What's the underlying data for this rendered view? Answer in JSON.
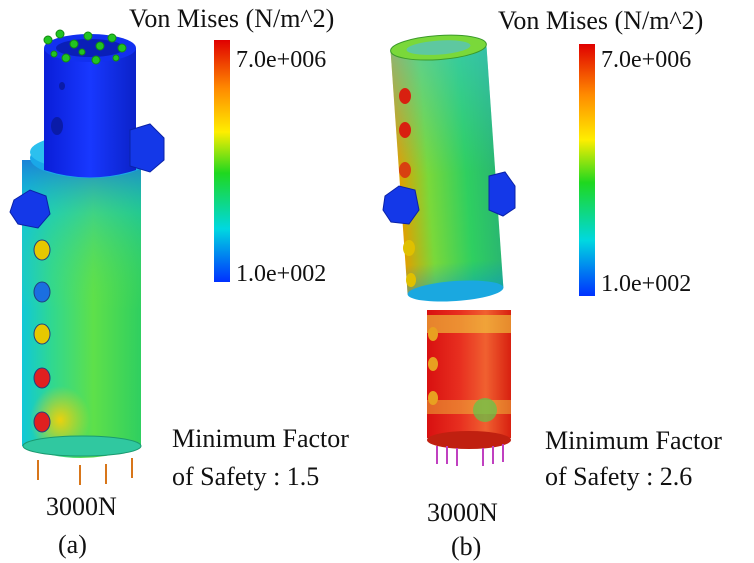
{
  "panels": [
    {
      "id": "a",
      "legend_title": "Von Mises (N/m^2)",
      "legend_max": "7.0e+006",
      "legend_min": "1.0e+002",
      "safety_line1": "Minimum Factor",
      "safety_line2": "of Safety : 1.5",
      "load_label": "3000N",
      "caption": "(a)"
    },
    {
      "id": "b",
      "legend_title": "Von Mises (N/m^2)",
      "legend_max": "7.0e+006",
      "legend_min": "1.0e+002",
      "safety_line1": "Minimum Factor",
      "safety_line2": "of Safety : 2.6",
      "load_label": "3000N",
      "caption": "(b)"
    }
  ],
  "colors": {
    "scale_red": "#e00000",
    "scale_orange": "#ff8a00",
    "scale_yellow": "#ffee00",
    "scale_green": "#1fd81f",
    "scale_cyan": "#00d8e0",
    "scale_blue": "#0030ff",
    "fixture_green": "#22c422",
    "force_magenta": "#c040c0",
    "support_orange": "#d8761a"
  }
}
